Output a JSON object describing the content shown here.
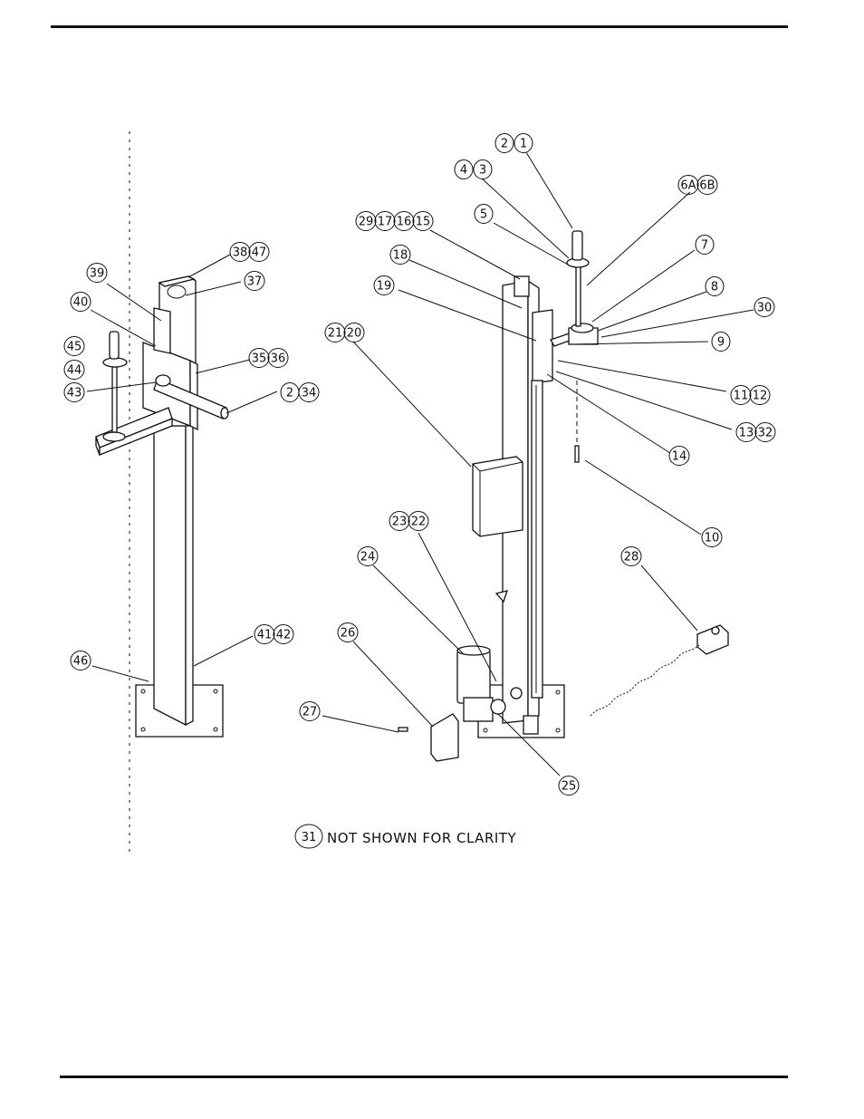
{
  "callouts": [
    {
      "id": "c1",
      "numbers": [
        "2",
        "1"
      ]
    },
    {
      "id": "c2",
      "numbers": [
        "4",
        "3"
      ]
    },
    {
      "id": "c3",
      "numbers": [
        "6A",
        "6B"
      ]
    },
    {
      "id": "c4",
      "numbers": [
        "5"
      ]
    },
    {
      "id": "c5",
      "numbers": [
        "29",
        "17",
        "16",
        "15"
      ]
    },
    {
      "id": "c6",
      "numbers": [
        "7"
      ]
    },
    {
      "id": "c7",
      "numbers": [
        "18"
      ]
    },
    {
      "id": "c8",
      "numbers": [
        "8"
      ]
    },
    {
      "id": "c9",
      "numbers": [
        "19"
      ]
    },
    {
      "id": "c10",
      "numbers": [
        "30"
      ]
    },
    {
      "id": "c11",
      "numbers": [
        "21",
        "20"
      ]
    },
    {
      "id": "c12",
      "numbers": [
        "9"
      ]
    },
    {
      "id": "c13",
      "numbers": [
        "11",
        "12"
      ]
    },
    {
      "id": "c14",
      "numbers": [
        "13",
        "32"
      ]
    },
    {
      "id": "c15",
      "numbers": [
        "14"
      ]
    },
    {
      "id": "c16",
      "numbers": [
        "10"
      ]
    },
    {
      "id": "c17",
      "numbers": [
        "23",
        "22"
      ]
    },
    {
      "id": "c18",
      "numbers": [
        "24"
      ]
    },
    {
      "id": "c19",
      "numbers": [
        "28"
      ]
    },
    {
      "id": "c20",
      "numbers": [
        "26"
      ]
    },
    {
      "id": "c21",
      "numbers": [
        "27"
      ]
    },
    {
      "id": "c22",
      "numbers": [
        "25"
      ]
    },
    {
      "id": "c23",
      "numbers": [
        "38",
        "47"
      ]
    },
    {
      "id": "c24",
      "numbers": [
        "37"
      ]
    },
    {
      "id": "c25",
      "numbers": [
        "39"
      ]
    },
    {
      "id": "c26",
      "numbers": [
        "40"
      ]
    },
    {
      "id": "c27",
      "numbers": [
        "45"
      ]
    },
    {
      "id": "c28",
      "numbers": [
        "35",
        "36"
      ]
    },
    {
      "id": "c29",
      "numbers": [
        "44"
      ]
    },
    {
      "id": "c30",
      "numbers": [
        "43"
      ]
    },
    {
      "id": "c31",
      "numbers": [
        "2",
        "34"
      ]
    },
    {
      "id": "c32",
      "numbers": [
        "41",
        "42"
      ]
    },
    {
      "id": "c33",
      "numbers": [
        "46"
      ]
    }
  ],
  "note": {
    "number": "31",
    "text": "NOT SHOWN FOR CLARITY"
  }
}
